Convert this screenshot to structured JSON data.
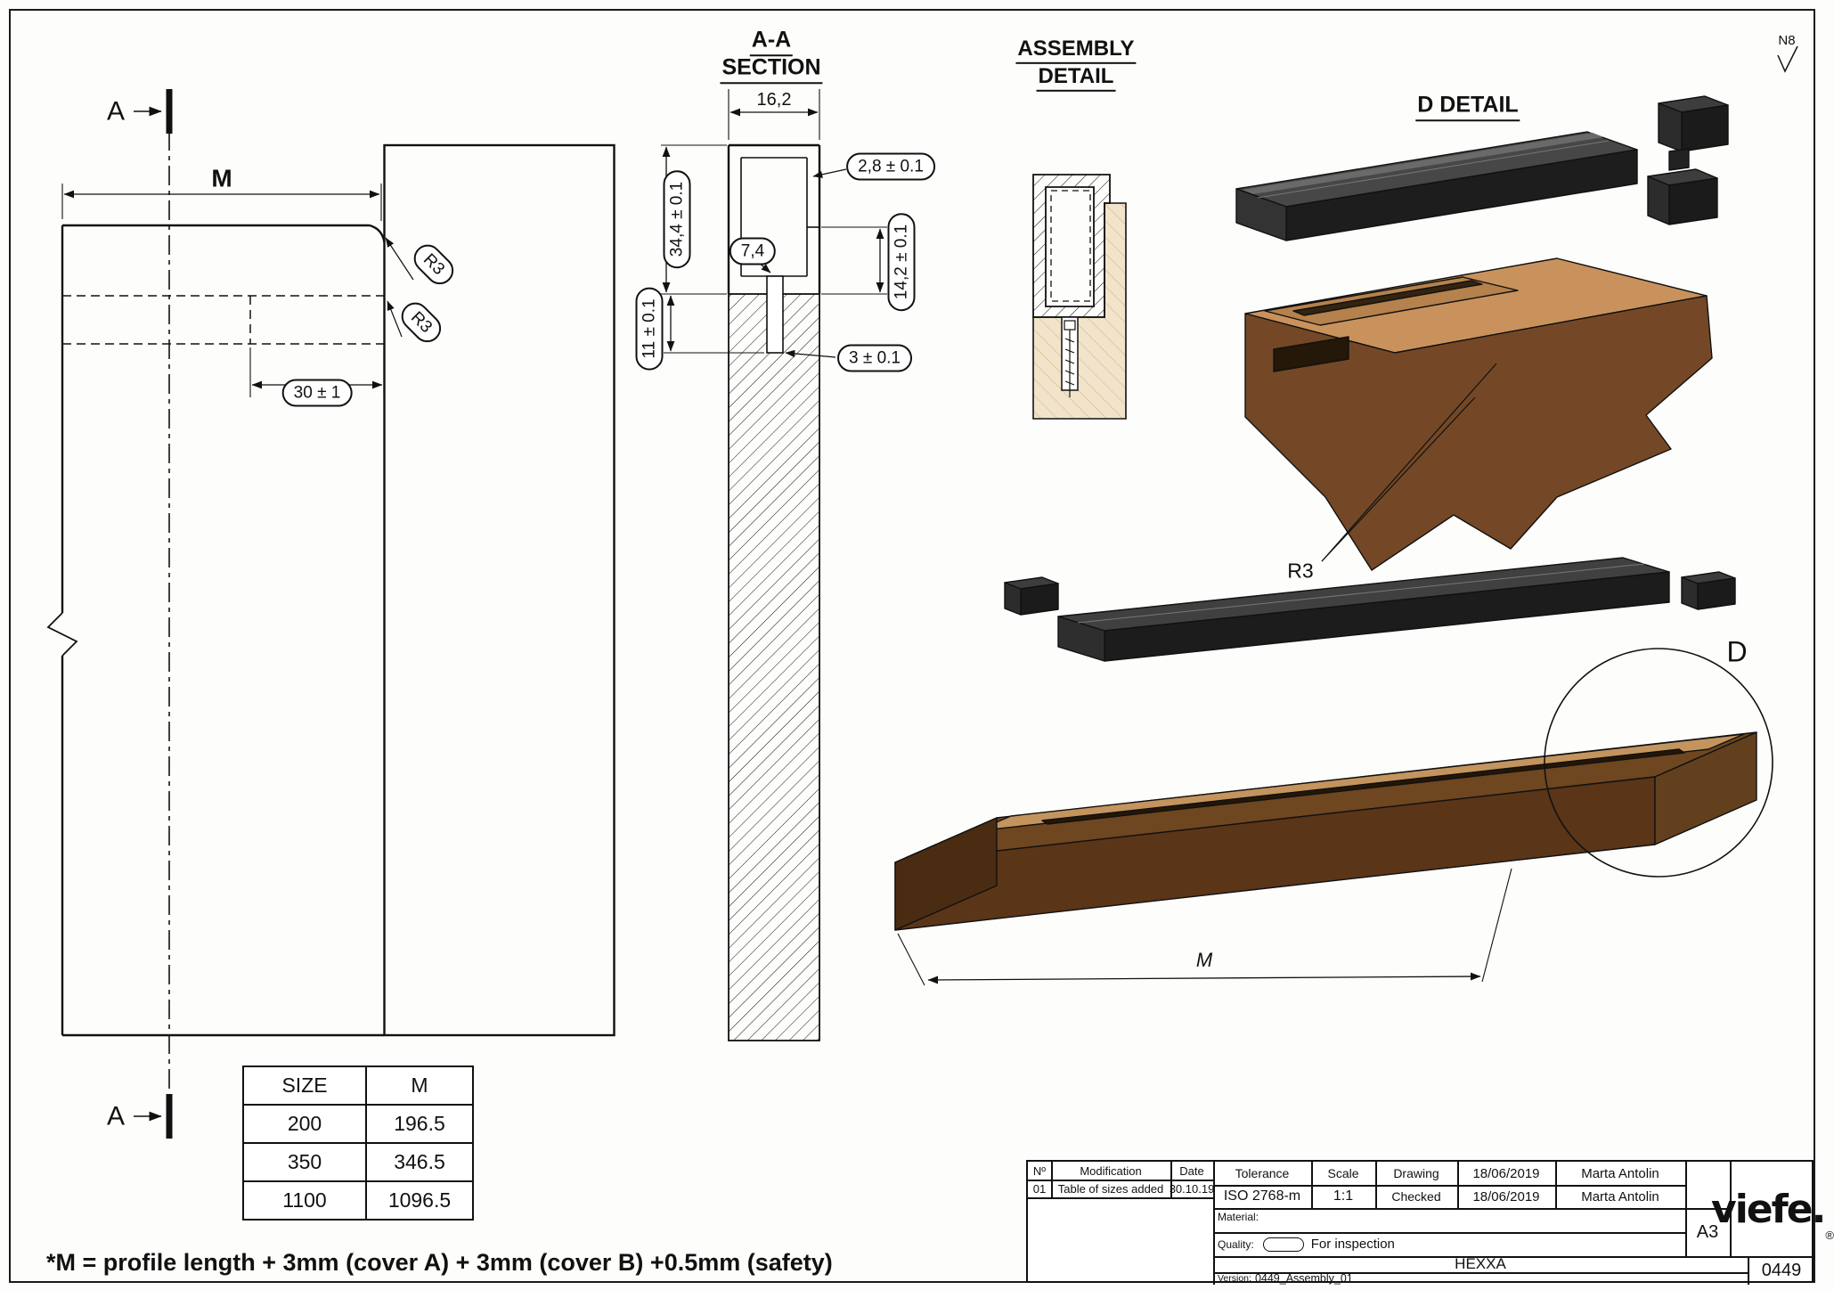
{
  "sheet": {
    "footnote": "*M = profile length + 3mm (cover A) + 3mm (cover B) +0.5mm (safety)",
    "surface_finish": "N8"
  },
  "side_view": {
    "section_label_top": "A",
    "section_label_bottom": "A",
    "length_label": "M",
    "radius_label_1": "R3",
    "radius_label_2": "R3",
    "depth_dim": "30 ± 1"
  },
  "section_view": {
    "title_1": "A-A",
    "title_2": "SECTION",
    "width_dim": "16,2",
    "wall_dim": "2,8 ± 0.1",
    "height_dim": "34,4 ± 0.1",
    "slot_width_dim": "7,4",
    "inner_height_dim": "14,2 ± 0.1",
    "screw_depth_dim": "11 ± 0.1",
    "slot_dim": "3 ± 0.1"
  },
  "assembly_detail": {
    "title_1": "ASSEMBLY",
    "title_2": "DETAIL"
  },
  "d_detail": {
    "title": "D DETAIL",
    "radius_label": "R3"
  },
  "assembly_3d": {
    "detail_label": "D",
    "length_label": "M"
  },
  "size_table": {
    "headers": [
      "SIZE",
      "M"
    ],
    "rows": [
      [
        "200",
        "196.5"
      ],
      [
        "350",
        "346.5"
      ],
      [
        "1100",
        "1096.5"
      ]
    ]
  },
  "title_block": {
    "rev": {
      "col_no": "Nº",
      "col_mod": "Modification",
      "col_date": "Date",
      "row_no": "01",
      "row_mod": "Table of sizes added",
      "row_date": "30.10.19"
    },
    "tolerance_label": "Tolerance",
    "tolerance_value": "ISO 2768-m",
    "scale_label": "Scale",
    "scale_value": "1:1",
    "drawing_label": "Drawing",
    "drawing_date": "18/06/2019",
    "drawing_by": "Marta Antolin",
    "checked_label": "Checked",
    "checked_date": "18/06/2019",
    "checked_by": "Marta Antolin",
    "material_label": "Material:",
    "quality_label": "Quality:",
    "quality_value": "For inspection",
    "paper_size": "A3",
    "product": "HEXXA",
    "version_label": "Version:",
    "version_value": "0449_Assembly_01",
    "doc_number": "0449",
    "brand": "viefe.",
    "brand_r": "®"
  }
}
